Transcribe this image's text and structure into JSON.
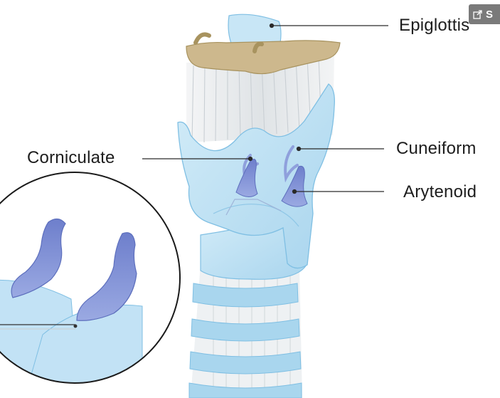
{
  "labels": {
    "epiglottis": "Epiglottis",
    "cuneiform": "Cuneiform",
    "arytenoid": "Arytenoid",
    "corniculate": "Corniculate"
  },
  "share": {
    "label": "S",
    "icon": "share-icon"
  },
  "colors": {
    "cartilage_blue": "#bfe0f2",
    "cartilage_edge": "#7fbfe3",
    "arytenoid_purple": "#7f90d6",
    "bone": "#cdb88d",
    "fiber": "#e9edf0",
    "ring_blue": "#9fcfea"
  }
}
